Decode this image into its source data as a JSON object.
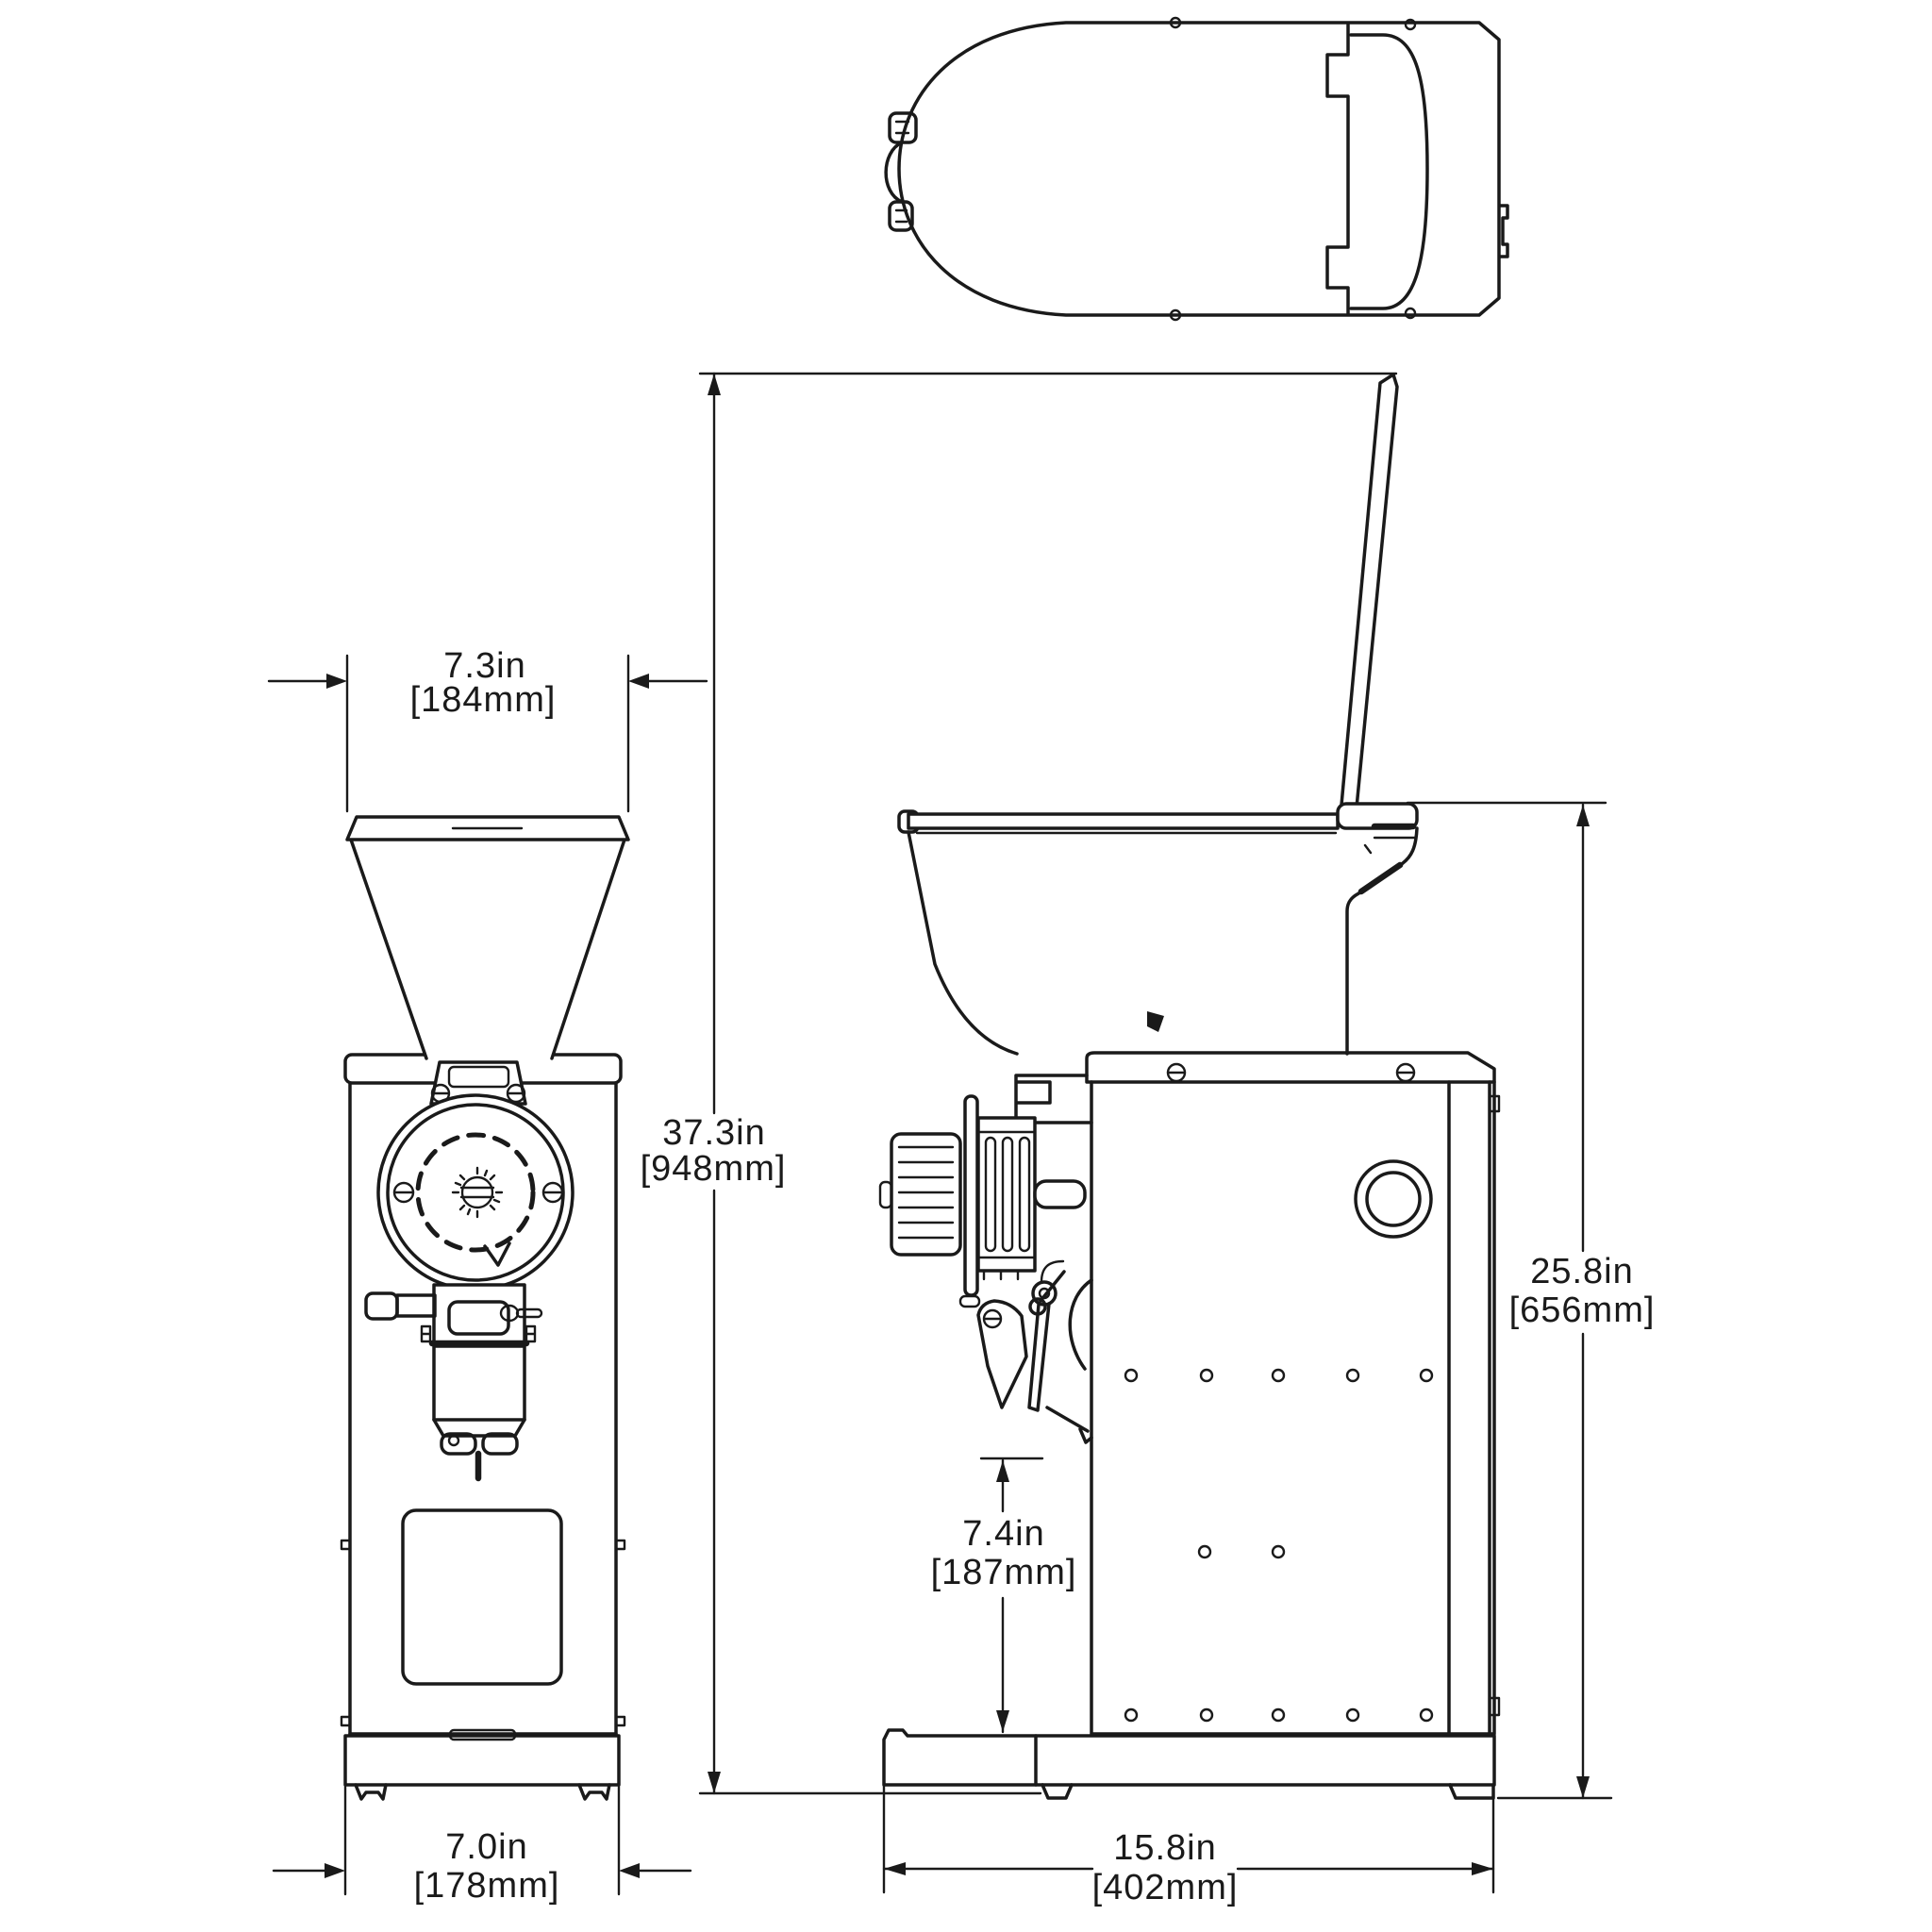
{
  "colors": {
    "background": "#ffffff",
    "line": "#1a1a1a"
  },
  "dims": {
    "hopper_width": {
      "in": "7.3in",
      "mm": "[184mm]"
    },
    "overall_height": {
      "in": "37.3in",
      "mm": "[948mm]"
    },
    "base_width": {
      "in": "7.0in",
      "mm": "[178mm]"
    },
    "grinder_height": {
      "in": "25.8in",
      "mm": "[656mm]"
    },
    "spout_clearance": {
      "in": "7.4in",
      "mm": "[187mm]"
    },
    "depth": {
      "in": "15.8in",
      "mm": "[402mm]"
    }
  }
}
